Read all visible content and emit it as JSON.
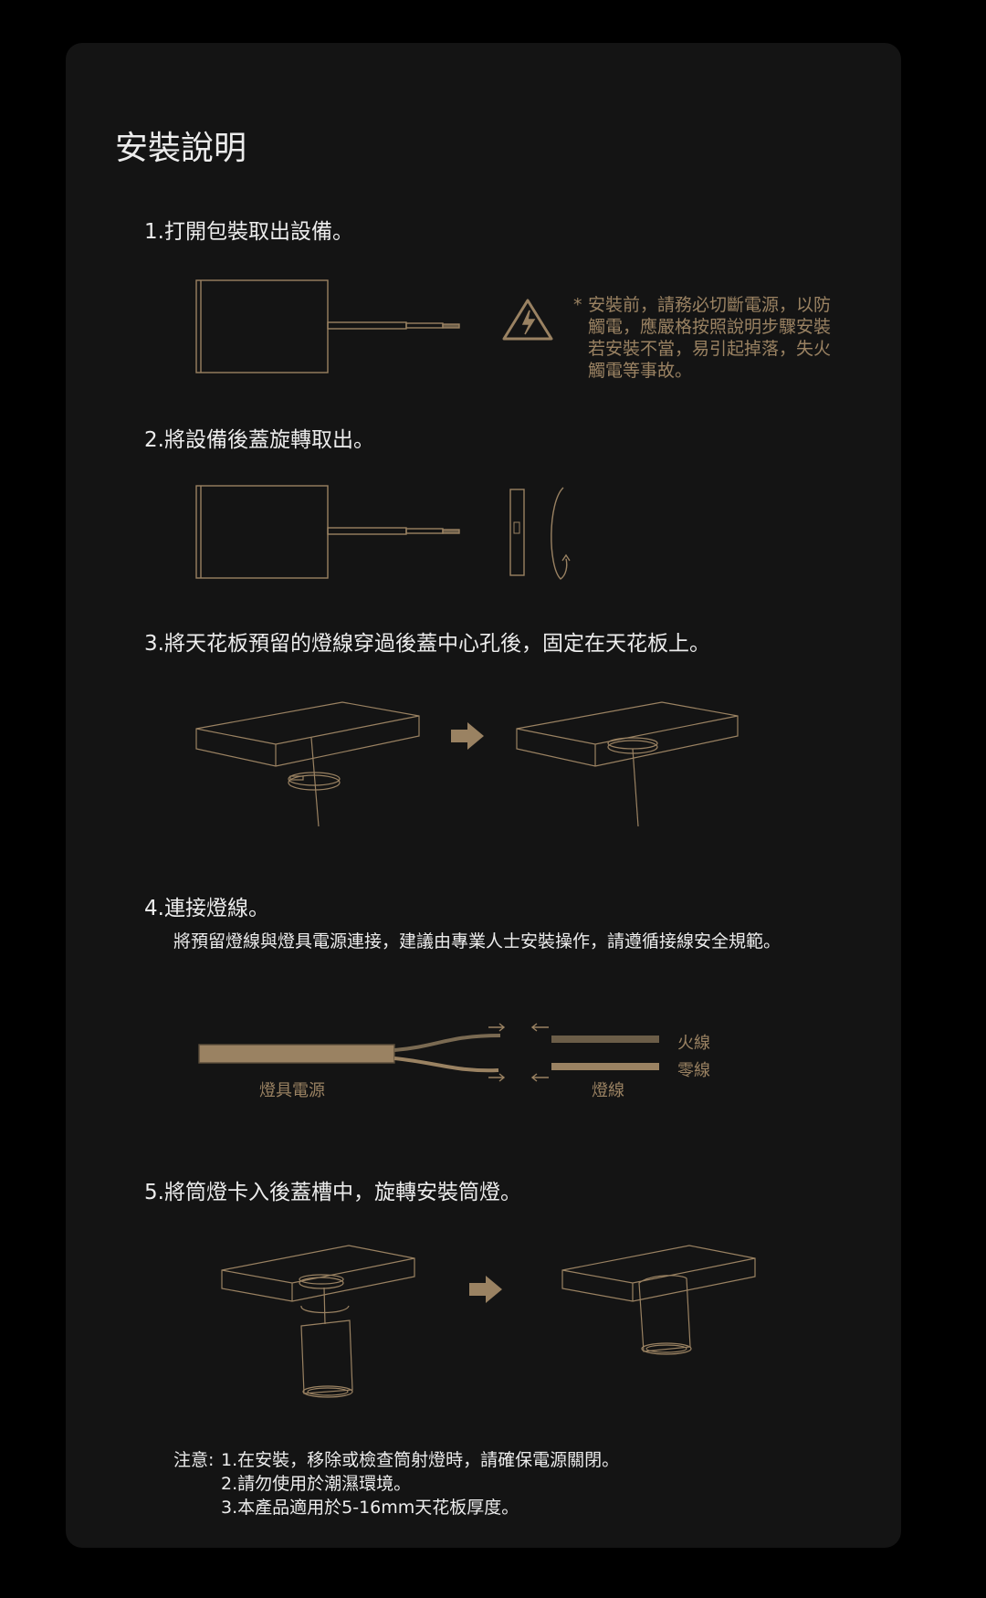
{
  "title": "安裝說明",
  "steps": [
    {
      "label": "1.打開包裝取出設備。"
    },
    {
      "label": "2.將設備後蓋旋轉取出。"
    },
    {
      "label": "3.將天花板預留的燈線穿過後蓋中心孔後，固定在天花板上。"
    },
    {
      "label": "4.連接燈線。",
      "description": "將預留燈線與燈具電源連接，建議由專業人士安裝操作，請遵循接線安全規範。"
    },
    {
      "label": "5.將筒燈卡入後蓋槽中，旋轉安裝筒燈。"
    }
  ],
  "warning": {
    "icon": "high-voltage-warning-icon",
    "marker": "*",
    "lines": [
      "安裝前，請務必切斷電源，以防",
      "觸電，應嚴格按照說明步驟安裝",
      "若安裝不當，易引起掉落，失火",
      "觸電等事故。"
    ]
  },
  "wiring": {
    "power_label": "燈具電源",
    "wire_label": "燈線",
    "live_label": "火線",
    "neutral_label": "零線"
  },
  "notes": {
    "prefix": "注意:",
    "items": [
      "1.在安裝，移除或檢查筒射燈時，請確保電源關閉。",
      "2.請勿使用於潮濕環境。",
      "3.本產品適用於5-16mm天花板厚度。"
    ]
  },
  "colors": {
    "accent": "#9a8262",
    "background": "#141414",
    "text": "#ececec"
  }
}
